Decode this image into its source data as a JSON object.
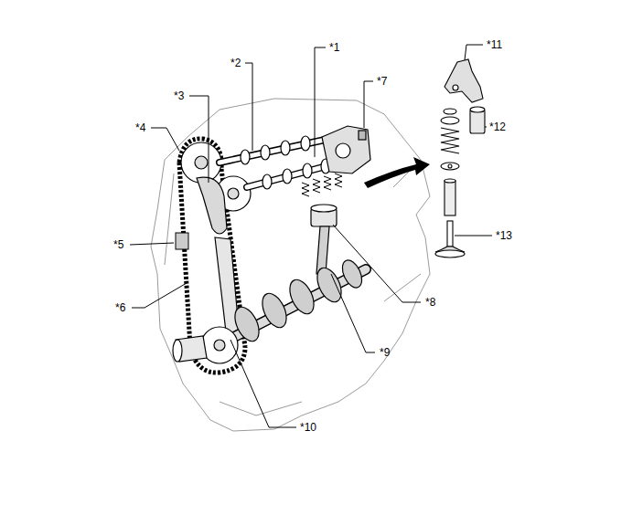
{
  "diagram": {
    "labels": [
      "*1",
      "*2",
      "*3",
      "*4",
      "*5",
      "*6",
      "*7",
      "*8",
      "*9",
      "*10",
      "*11",
      "*12",
      "*13"
    ]
  }
}
